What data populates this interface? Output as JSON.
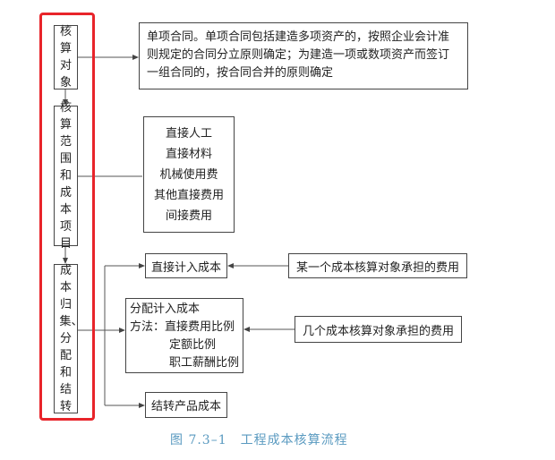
{
  "left_steps": [
    {
      "label": "核算对象"
    },
    {
      "label": "核算范围和成本项目"
    },
    {
      "label": "成本归集、分配和结转"
    }
  ],
  "object_note": [
    "单项合同。单项合同包括建造多项资产的，按照企业会计准",
    "则规定的合同分立原则确定；为建造一项或数项资产而签订",
    "一组合同的，按合同合并的原则确定"
  ],
  "cost_items": [
    "直接人工",
    "直接材料",
    "机械使用费",
    "其他直接费用",
    "间接费用"
  ],
  "direct_cost": "直接计入成本",
  "direct_source": "某一个成本核算对象承担的费用",
  "allocated_cost": {
    "title": "分配计入成本",
    "method_label": "方法：",
    "methods": [
      "直接费用比例",
      "定额比例",
      "职工薪酬比例"
    ]
  },
  "allocated_source": "几个成本核算对象承担的费用",
  "transfer_cost": "结转产品成本",
  "caption": "图 7.3–1　工程成本核算流程",
  "colors": {
    "highlight": "#e8242a",
    "caption": "#5a9ac0"
  }
}
